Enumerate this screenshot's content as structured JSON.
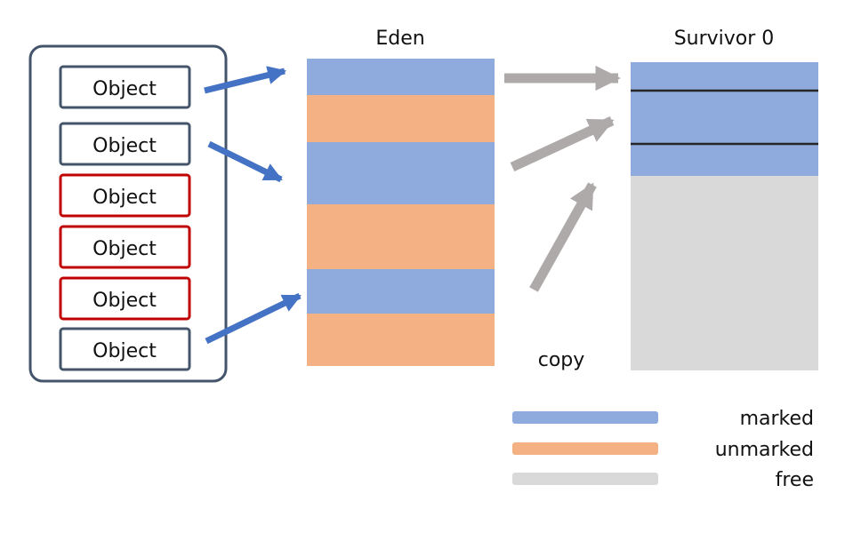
{
  "root_set": {
    "objects": [
      {
        "label": "Object",
        "status": "live"
      },
      {
        "label": "Object",
        "status": "live"
      },
      {
        "label": "Object",
        "status": "dead"
      },
      {
        "label": "Object",
        "status": "dead"
      },
      {
        "label": "Object",
        "status": "dead"
      },
      {
        "label": "Object",
        "status": "live"
      }
    ]
  },
  "eden": {
    "title": "Eden",
    "segments": [
      "marked",
      "unmarked",
      "marked",
      "unmarked",
      "marked",
      "unmarked"
    ]
  },
  "survivor": {
    "title": "Survivor 0",
    "segments": [
      "marked",
      "marked",
      "marked",
      "free"
    ]
  },
  "copy_label": "copy",
  "legend": [
    {
      "key": "marked",
      "label": "marked"
    },
    {
      "key": "unmarked",
      "label": "unmarked"
    },
    {
      "key": "free",
      "label": "free"
    }
  ],
  "colors": {
    "marked": "#8faadc",
    "unmarked": "#f4b183",
    "free": "#d9d9d9",
    "live_border": "#44546a",
    "dead_border": "#c00000",
    "container_border": "#44546a",
    "blue_arrow": "#4472c4",
    "gray_arrow": "#aeaaaa",
    "divider": "#262626"
  }
}
